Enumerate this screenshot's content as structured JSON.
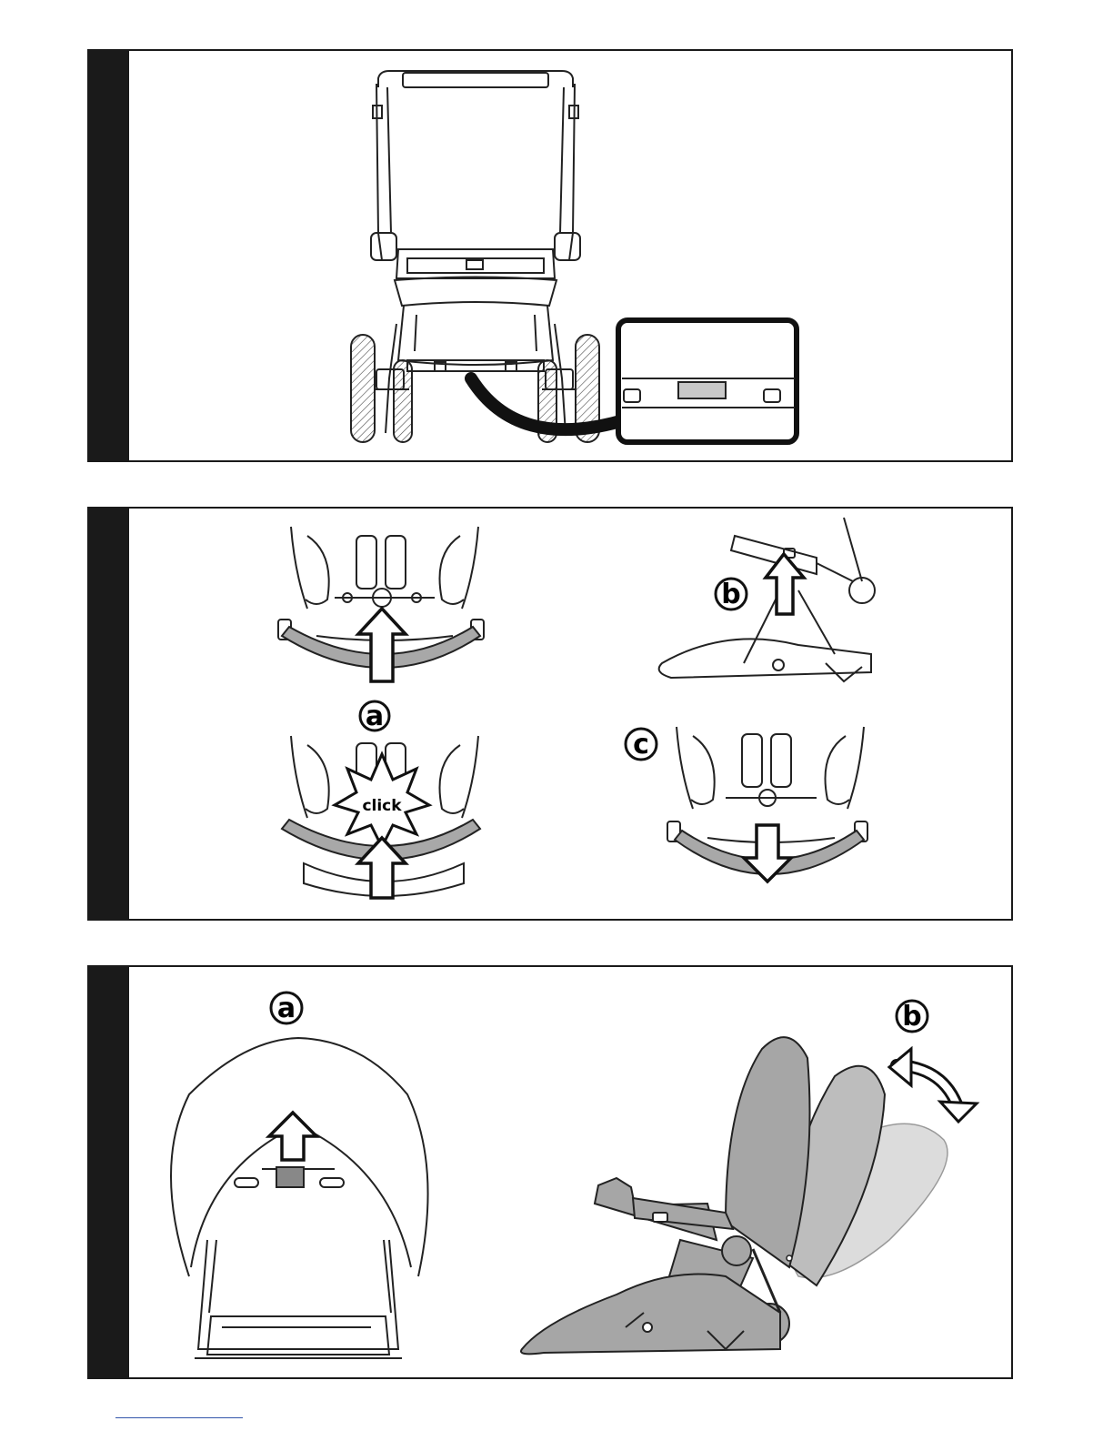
{
  "panels": [
    {
      "id": "panel-1"
    },
    {
      "id": "panel-2",
      "labels": {
        "a": "a",
        "b": "b",
        "c": "c",
        "click": "click"
      }
    },
    {
      "id": "panel-3",
      "labels": {
        "a": "a",
        "b": "b"
      }
    }
  ]
}
